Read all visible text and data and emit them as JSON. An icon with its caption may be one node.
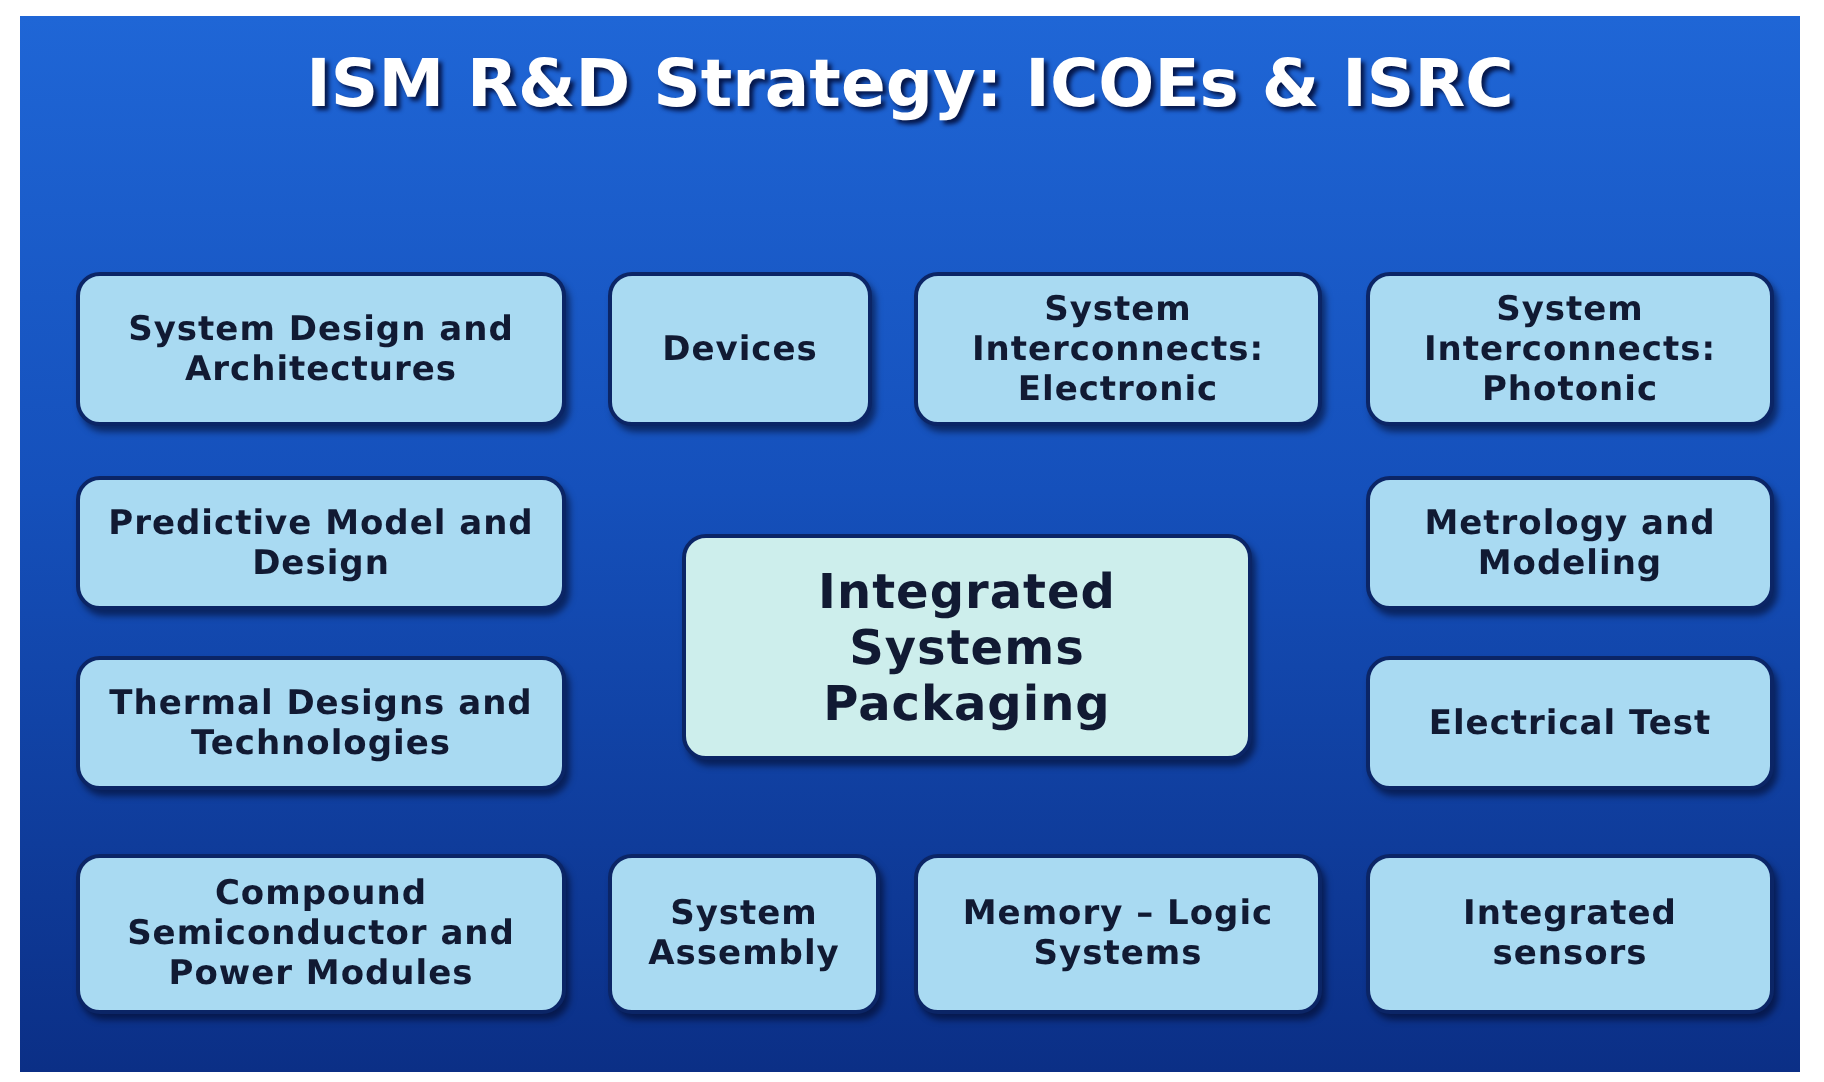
{
  "diagram": {
    "title": "ISM R&D Strategy: ICOEs & ISRC",
    "nodes": [
      {
        "text": [
          "System Design and Architectures"
        ]
      },
      {
        "text": [
          "Devices"
        ]
      },
      {
        "text": [
          "System Interconnects: Electronic"
        ]
      },
      {
        "text": [
          "System Interconnects: Photonic"
        ]
      },
      {
        "text": [
          "Predictive Model and Design"
        ]
      },
      {
        "text": [
          "Integrated Systems Packaging"
        ]
      },
      {
        "text": [
          "Metrology and Modeling"
        ]
      },
      {
        "text": [
          "Thermal Designs and Technologies"
        ]
      },
      {
        "text": [
          "Electrical Test"
        ]
      },
      {
        "text": [
          "Compound Semiconductor and Power Modules"
        ]
      },
      {
        "text": [
          "System Assembly"
        ]
      },
      {
        "text": [
          "Memory – Logic Systems"
        ]
      },
      {
        "text": [
          "Integrated sensors"
        ]
      }
    ]
  }
}
